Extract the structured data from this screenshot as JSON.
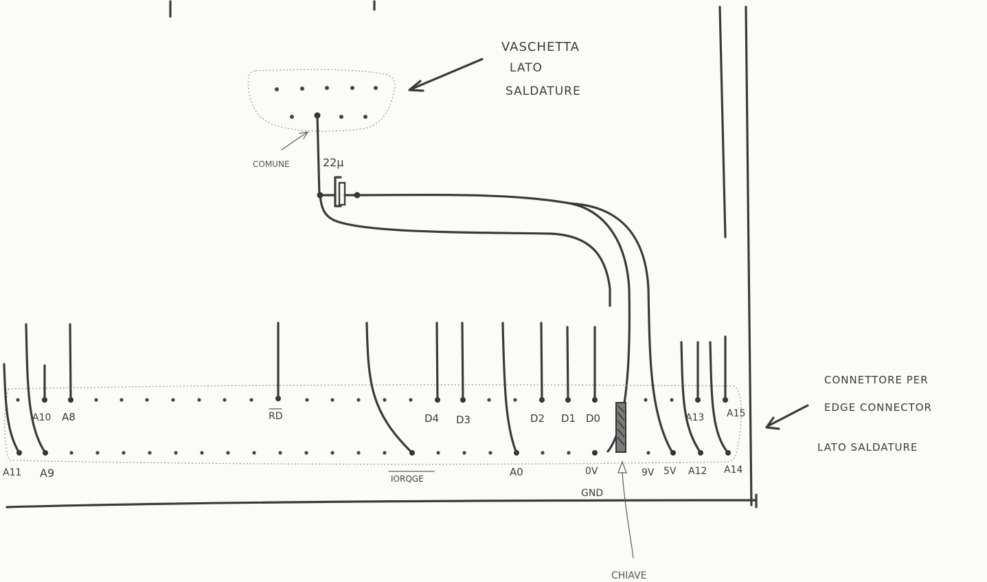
{
  "connector_dsub": {
    "title_lines": [
      "VASCHETTA",
      "LATO",
      "SALDATURE"
    ],
    "common_label": "COMUNE",
    "capacitor_value": "22µ"
  },
  "edge_connector": {
    "title_lines": [
      "CONNETTORE PER",
      "EDGE CONNECTOR",
      "LATO SALDATURE"
    ],
    "top_row_labels": [
      "A10",
      "A8",
      "RD",
      "D4",
      "D3",
      "D2",
      "D1",
      "D0",
      "A13",
      "A15"
    ],
    "bottom_row_labels": [
      "A11",
      "A9",
      "IORQGE",
      "A0",
      "0V",
      "9V",
      "5V",
      "A12",
      "A14"
    ],
    "gnd_label": "GND",
    "key_label": "CHIAVE"
  }
}
